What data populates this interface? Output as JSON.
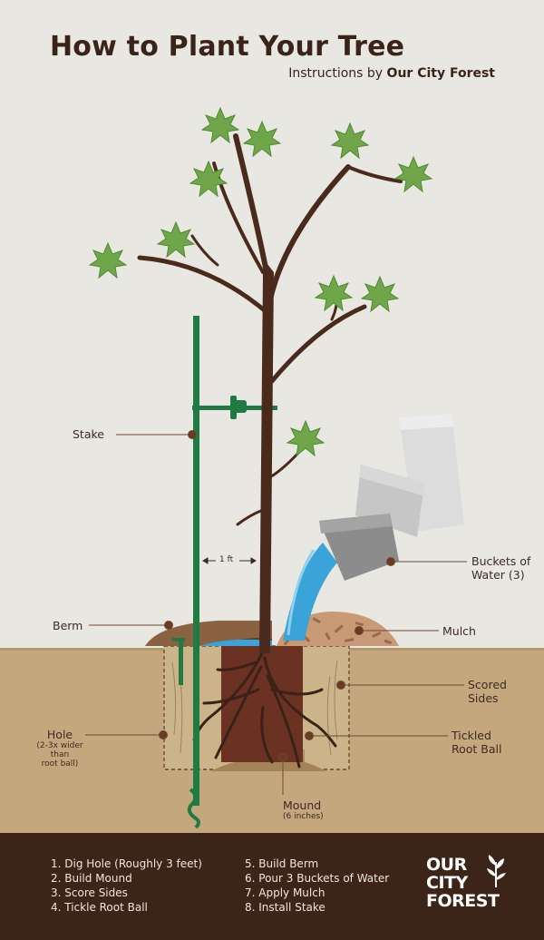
{
  "title": "How to Plant Your Tree",
  "subtitle_prefix": "Instructions by ",
  "subtitle_brand": "Our City Forest",
  "labels": {
    "stake": "Stake",
    "one_ft": "1 ft",
    "buckets_line1": "Buckets of",
    "buckets_line2": "Water (3)",
    "berm": "Berm",
    "mulch": "Mulch",
    "scored_line1": "Scored",
    "scored_line2": "Sides",
    "hole": "Hole",
    "hole_note_line1": "(2-3x wider than",
    "hole_note_line2": "root ball)",
    "tickled_line1": "Tickled",
    "tickled_line2": "Root Ball",
    "mound": "Mound",
    "mound_note": "(6 inches)"
  },
  "steps_left": [
    "1. Dig Hole (Roughly 3 feet)",
    "2. Build Mound",
    "3. Score Sides",
    "4. Tickle Root Ball"
  ],
  "steps_right": [
    "5. Build Berm",
    "6. Pour 3 Buckets of Water",
    "7. Apply Mulch",
    "8. Install Stake"
  ],
  "logo_lines": [
    "OUR",
    "CITY",
    "FOREST"
  ],
  "colors": {
    "background": "#e9e7e1",
    "soil": "#c2a57a",
    "trunk": "#4a2a1c",
    "leaf": "#6fa64a",
    "stake": "#1f7a44",
    "water": "#3aa3d8",
    "footer": "#3d2418"
  }
}
